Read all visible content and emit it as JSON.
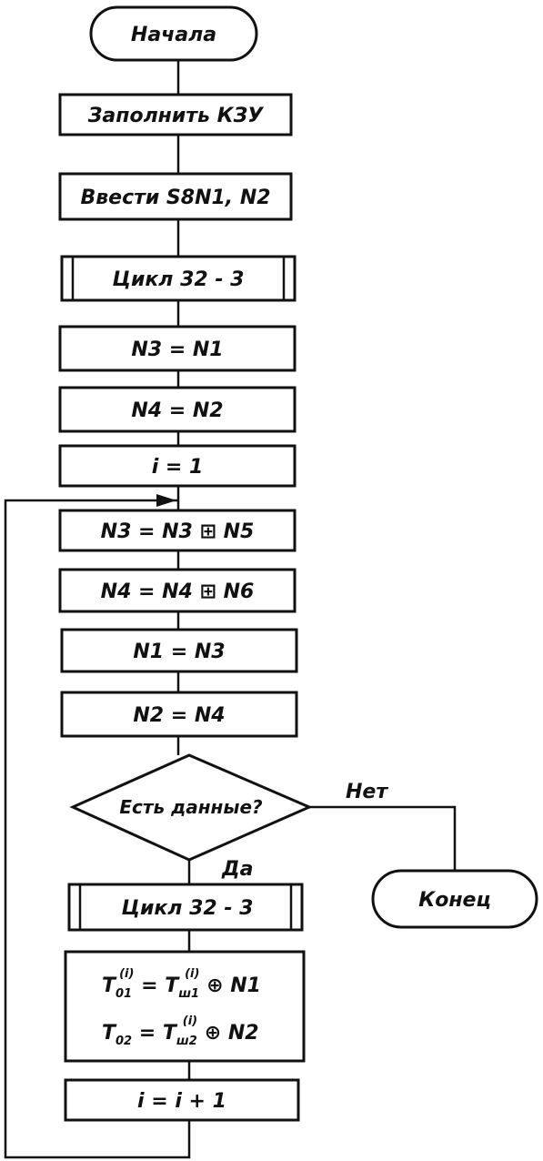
{
  "flowchart": {
    "start": "Начала",
    "fill_kzu": "Заполнить КЗУ",
    "input": "Ввести S8N1, N2",
    "cycle1": "Цикл 32 - 3",
    "n3_eq_n1": "N3 = N1",
    "n4_eq_n2": "N4 = N2",
    "i_eq_1": "i = 1",
    "n3_update": "N3 = N3 ⊞ N5",
    "n4_update": "N4 = N4 ⊞ N6",
    "n1_eq_n3": "N1 = N3",
    "n2_eq_n4": "N2 = N4",
    "decision": "Есть данные?",
    "no_label": "Нет",
    "yes_label": "Да",
    "end": "Конец",
    "cycle2": "Цикл 32 - 3",
    "formula1": {
      "t": "T",
      "t_sub": "01",
      "t_sup": "(i)",
      "rhs": "T",
      "rhs_sub": "ш1",
      "rhs_sup": "(i)",
      "op": "⊕",
      "n": "N1"
    },
    "formula2": {
      "t": "T",
      "t_sub": "02",
      "rhs": "T",
      "rhs_sub": "ш2",
      "rhs_sup": "(i)",
      "op": "⊕",
      "n": "N2"
    },
    "increment": "i = i + 1"
  }
}
